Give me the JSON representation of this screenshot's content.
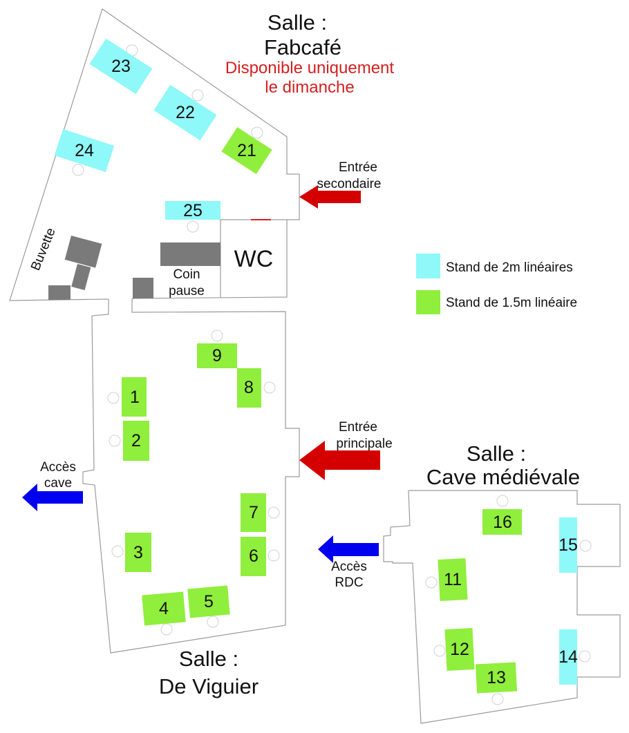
{
  "rooms": {
    "fabcafe": {
      "title_line1": "Salle :",
      "title_line2": "Fabcafé",
      "note_line1": "Disponible uniquement",
      "note_line2": "le dimanche"
    },
    "viguier": {
      "title_line1": "Salle :",
      "title_line2": "De Viguier"
    },
    "cave": {
      "title_line1": "Salle :",
      "title_line2": "Cave médiévale"
    }
  },
  "areas": {
    "wc": "WC",
    "buvette": "Buvette",
    "coin_pause_line1": "Coin",
    "coin_pause_line2": "pause"
  },
  "accesses": {
    "secondary_line1": "Entrée",
    "secondary_line2": "secondaire",
    "main_line1": "Entrée",
    "main_line2": "principale",
    "cave_line1": "Accès",
    "cave_line2": "cave",
    "rdc_line1": "Accès",
    "rdc_line2": "RDC"
  },
  "legend": {
    "items": [
      {
        "label": "Stand de 2m linéaires",
        "color": "#8ff8f8"
      },
      {
        "label": "Stand de 1.5m linéaire",
        "color": "#90ee3c"
      }
    ]
  },
  "colors": {
    "entrance": "#d40000",
    "access": "#0000f0",
    "furniture": "#7a7a7a"
  },
  "stands": {
    "s1": "1",
    "s2": "2",
    "s3": "3",
    "s4": "4",
    "s5": "5",
    "s6": "6",
    "s7": "7",
    "s8": "8",
    "s9": "9",
    "s11": "11",
    "s12": "12",
    "s13": "13",
    "s14": "14",
    "s15": "15",
    "s16": "16",
    "s21": "21",
    "s22": "22",
    "s23": "23",
    "s24": "24",
    "s25": "25"
  }
}
